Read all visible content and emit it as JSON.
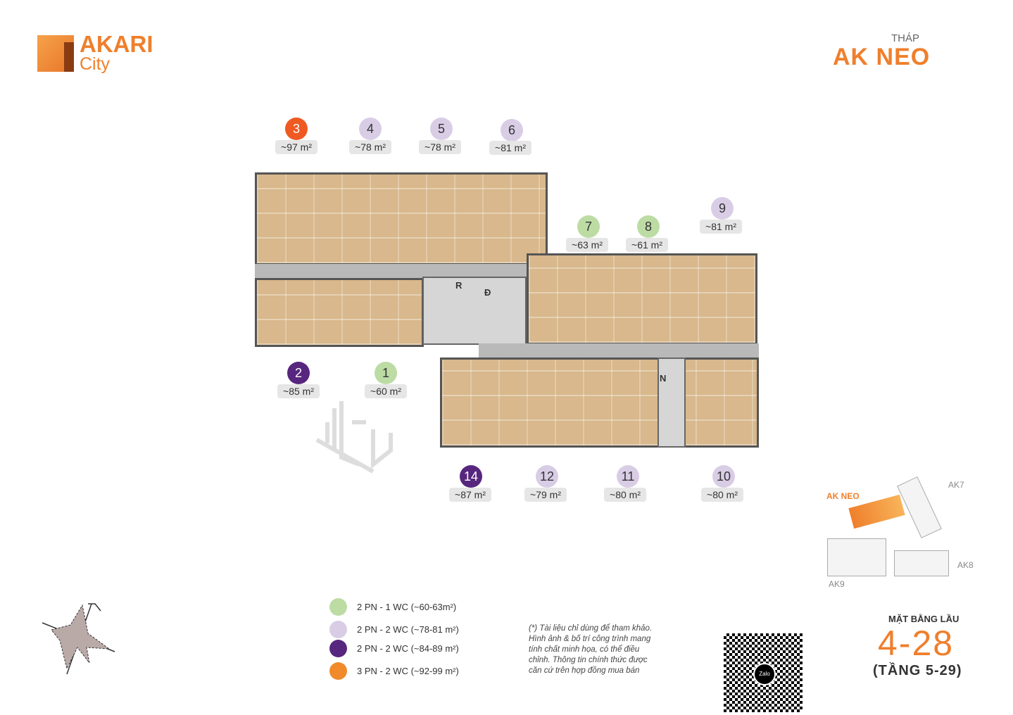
{
  "brand": {
    "name": "AKARI",
    "sub": "City"
  },
  "tower": {
    "prefix": "THÁP",
    "name": "AK NEO"
  },
  "core_labels": {
    "r": "R",
    "d": "Đ",
    "n": "N"
  },
  "units": [
    {
      "no": "3",
      "area": "~97 m²",
      "type": "3pn"
    },
    {
      "no": "4",
      "area": "~78 m²",
      "type": "2pn2wc-s"
    },
    {
      "no": "5",
      "area": "~78 m²",
      "type": "2pn2wc-s"
    },
    {
      "no": "6",
      "area": "~81 m²",
      "type": "2pn2wc-s"
    },
    {
      "no": "7",
      "area": "~63 m²",
      "type": "2pn1wc"
    },
    {
      "no": "8",
      "area": "~61 m²",
      "type": "2pn1wc"
    },
    {
      "no": "9",
      "area": "~81 m²",
      "type": "2pn2wc-s"
    },
    {
      "no": "2",
      "area": "~85 m²",
      "type": "2pn2wc-l"
    },
    {
      "no": "1",
      "area": "~60 m²",
      "type": "2pn1wc"
    },
    {
      "no": "14",
      "area": "~87 m²",
      "type": "2pn2wc-l"
    },
    {
      "no": "12",
      "area": "~79 m²",
      "type": "2pn2wc-s"
    },
    {
      "no": "11",
      "area": "~80 m²",
      "type": "2pn2wc-s"
    },
    {
      "no": "10",
      "area": "~80 m²",
      "type": "2pn2wc-s"
    }
  ],
  "legend": [
    {
      "label": "2 PN - 1 WC (~60-63m²)",
      "color": "#bcdca4"
    },
    {
      "label": "2 PN - 2 WC (~78-81 m²)",
      "color": "#d9cde6"
    },
    {
      "label": "2 PN - 2 WC (~84-89 m²)",
      "color": "#57267e"
    },
    {
      "label": "3 PN - 2 WC (~92-99 m²)",
      "color": "#f08a2a"
    }
  ],
  "note": "(*) Tài liệu chỉ dùng để tham khảo. Hình ảnh & bố trí công trình mang tính chất minh họa, có thể điều chỉnh. Thông tin chính thức được căn cứ trên hợp đồng mua bán",
  "qr": {
    "badge": "Zalo"
  },
  "site_map": {
    "current": "AK NEO",
    "others": [
      "AK7",
      "AK8",
      "AK9"
    ]
  },
  "floor_info": {
    "title": "MẶT BẰNG LẦU",
    "floors": "4-28",
    "actual": "(TẦNG 5-29)"
  },
  "colors": {
    "accent": "#ef7f2c",
    "unit3": "#ee5a22"
  }
}
